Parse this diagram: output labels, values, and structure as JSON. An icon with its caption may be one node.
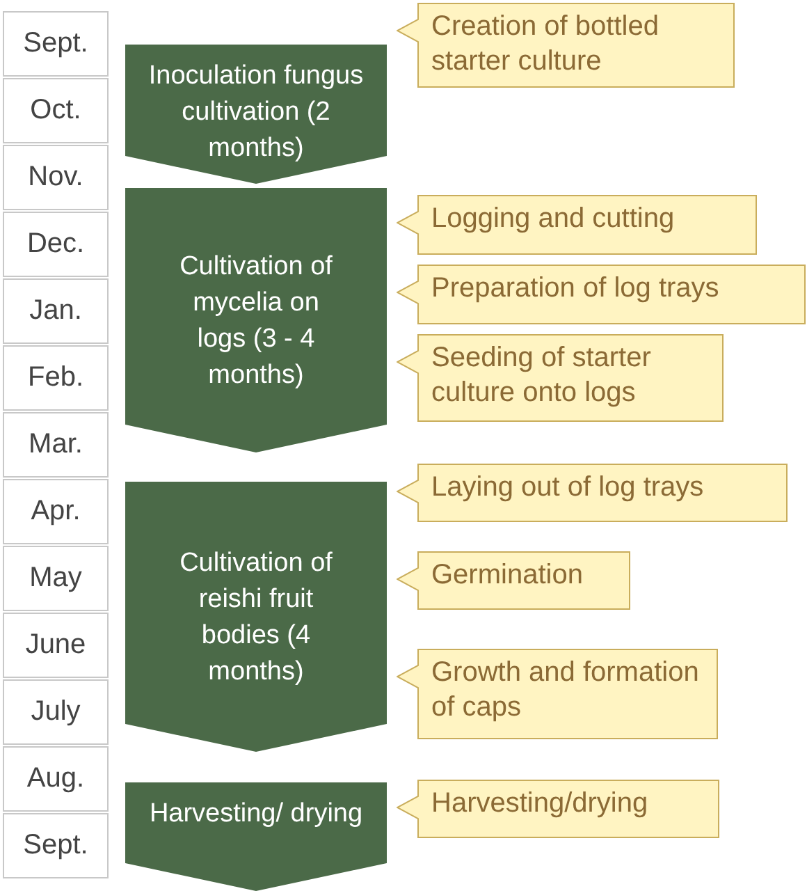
{
  "diagram": {
    "nodes": [
      {
        "text": [
          "Sept."
        ]
      },
      {
        "text": [
          "Oct."
        ]
      },
      {
        "text": [
          "Nov."
        ]
      },
      {
        "text": [
          "Dec."
        ]
      },
      {
        "text": [
          "Jan."
        ]
      },
      {
        "text": [
          "Feb."
        ]
      },
      {
        "text": [
          "Mar."
        ]
      },
      {
        "text": [
          "Apr."
        ]
      },
      {
        "text": [
          "May"
        ]
      },
      {
        "text": [
          "June"
        ]
      },
      {
        "text": [
          "July"
        ]
      },
      {
        "text": [
          "Aug."
        ]
      },
      {
        "text": [
          "Sept."
        ]
      },
      {
        "text": [
          "Inoculation fungus cultivation (2 months)"
        ]
      },
      {
        "text": [
          "Cultivation of mycelia on logs (3 - 4 months)"
        ]
      },
      {
        "text": [
          "Cultivation of reishi fruit bodies (4 months)"
        ]
      },
      {
        "text": [
          "Harvesting/ drying"
        ]
      },
      {
        "text": [
          "Creation of bottled starter culture"
        ]
      },
      {
        "text": [
          "Logging and cutting"
        ]
      },
      {
        "text": [
          "Preparation of log trays"
        ]
      },
      {
        "text": [
          "Seeding of starter culture onto logs"
        ]
      },
      {
        "text": [
          "Laying out of log trays"
        ]
      },
      {
        "text": [
          "Germination"
        ]
      },
      {
        "text": [
          "Growth and formation of caps"
        ]
      },
      {
        "text": [
          "Harvesting/drying"
        ]
      }
    ]
  }
}
